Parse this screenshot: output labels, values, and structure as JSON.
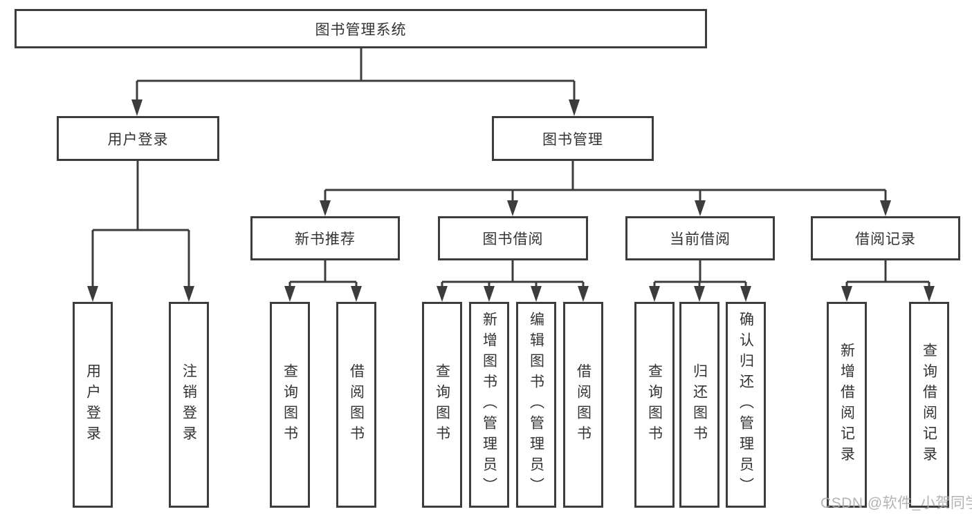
{
  "tree": {
    "root": {
      "label": "图书管理系统",
      "children": [
        {
          "label": "用户登录",
          "children": [
            {
              "label": "用户登录"
            },
            {
              "label": "注销登录"
            }
          ]
        },
        {
          "label": "图书管理",
          "children": [
            {
              "label": "新书推荐",
              "children": [
                {
                  "label": "查询图书"
                },
                {
                  "label": "借阅图书"
                }
              ]
            },
            {
              "label": "图书借阅",
              "children": [
                {
                  "label": "查询图书"
                },
                {
                  "label": "新增图书（管理员）"
                },
                {
                  "label": "编辑图书（管理员）"
                },
                {
                  "label": "借阅图书"
                }
              ]
            },
            {
              "label": "当前借阅",
              "children": [
                {
                  "label": "查询图书"
                },
                {
                  "label": "归还图书"
                },
                {
                  "label": "确认归还（管理员）"
                }
              ]
            },
            {
              "label": "借阅记录",
              "children": [
                {
                  "label": "新增借阅记录"
                },
                {
                  "label": "查询借阅记录"
                }
              ]
            }
          ]
        }
      ]
    }
  },
  "colors": {
    "line": "#3c3c3c",
    "text": "#333333",
    "watermark": "#acacac"
  },
  "watermark": {
    "text": "CSDN @软件_小贺同学"
  }
}
